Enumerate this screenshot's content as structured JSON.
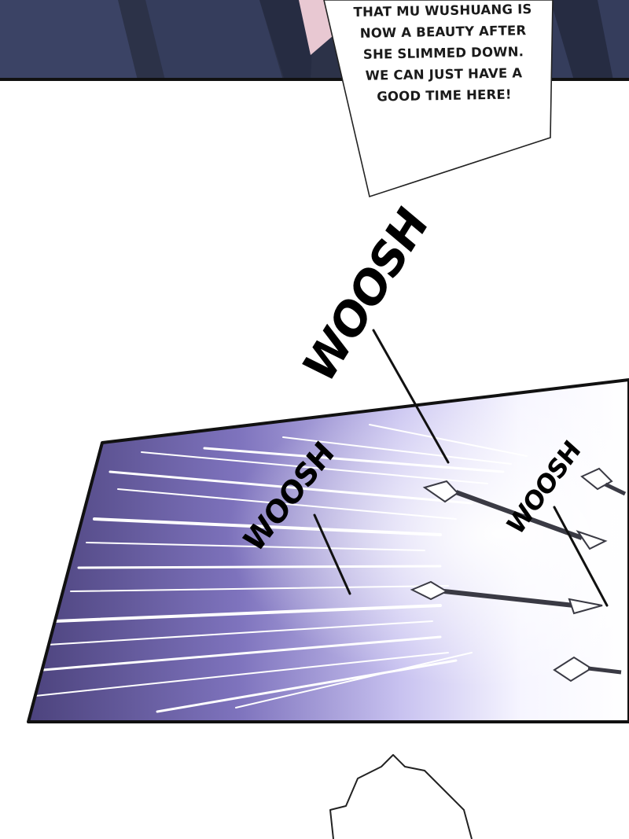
{
  "speech_bubble": {
    "lines": [
      "THAT MU WUSHUANG IS",
      "NOW A BEAUTY AFTER",
      "SHE SLIMMED DOWN.",
      "WE CAN JUST HAVE A",
      "GOOD TIME HERE!"
    ]
  },
  "sound_effects": [
    "WOOSH",
    "WOOSH",
    "WOOSH"
  ],
  "colors": {
    "panel_bg": "#2c3248",
    "robe": "#3a4160",
    "burst_dark": "#4a3f7c",
    "burst_light": "#f4f2ff",
    "ink": "#111111",
    "paper": "#ffffff"
  },
  "icons": [
    "arrow-icon",
    "arrow-icon",
    "arrow-icon",
    "arrow-icon",
    "arrow-icon"
  ]
}
